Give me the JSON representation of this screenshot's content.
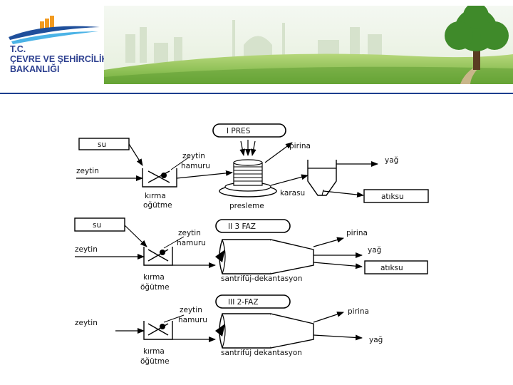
{
  "header": {
    "logo_line1": "T.C.",
    "logo_line2": "ÇEVRE VE ŞEHİRCİLİK",
    "logo_line3": "BAKANLIĞI"
  },
  "diagram": {
    "stage1": {
      "title": "I PRES",
      "water": "su",
      "olive": "zeytin",
      "paste": "zeytin\nhamuru",
      "crush": "kırma\noğütme",
      "press": "presleme",
      "pomace": "pirina",
      "black_water": "karasu",
      "oil": "yağ",
      "waste": "atıksu"
    },
    "stage2": {
      "title": "II   3 FAZ",
      "water": "su",
      "olive": "zeytin",
      "paste": "zeytin\nhamuru",
      "crush": "kırma\nöğütme",
      "centrifuge": "santrifüj-dekantasyon",
      "pomace": "pirina",
      "oil": "yağ",
      "waste": "atıksu"
    },
    "stage3": {
      "title": "III   2-FAZ",
      "olive": "zeytin",
      "paste": "zeytin\nhamuru",
      "crush": "kırma\nöğütme",
      "centrifuge": "santrifüj dekantasyon",
      "pomace": "pirina",
      "oil": "yağ"
    }
  }
}
